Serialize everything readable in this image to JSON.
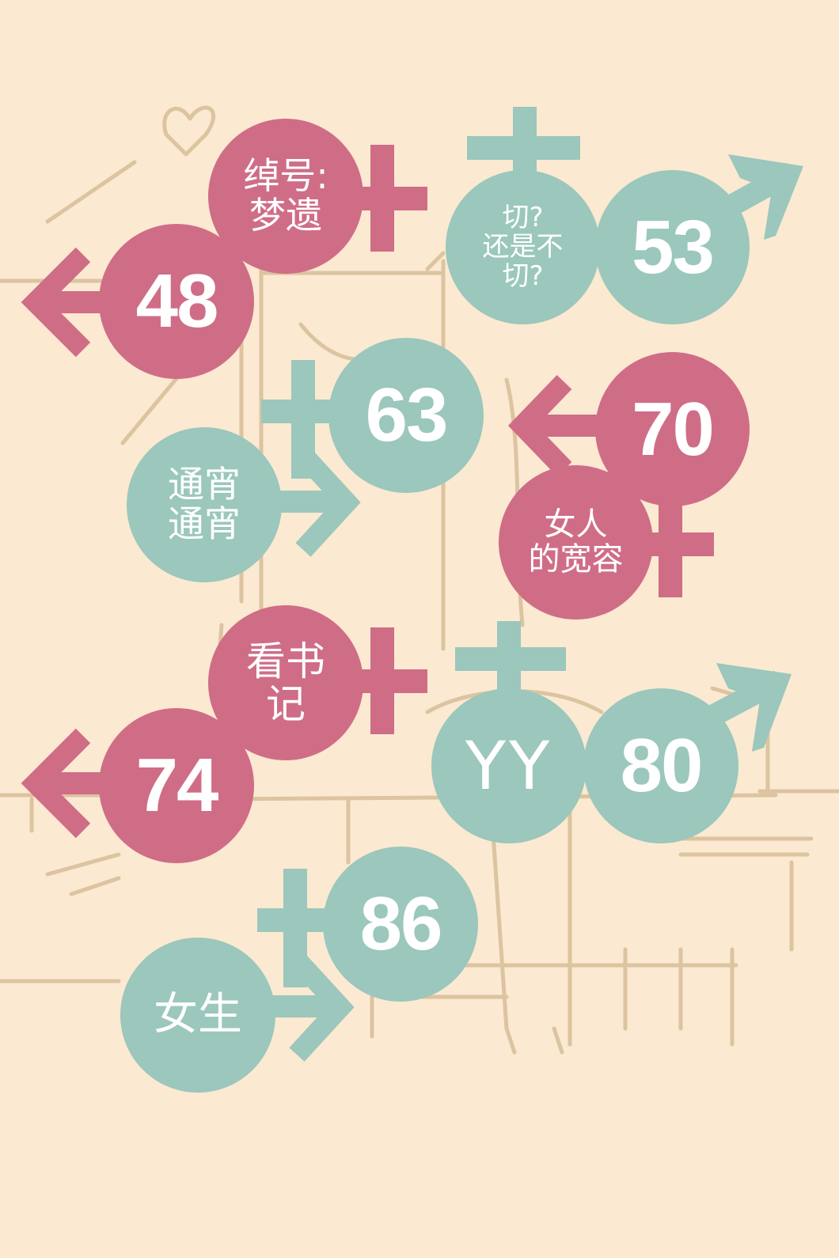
{
  "colors": {
    "background": "#fbe9d1",
    "sketch": "#dcc4a0",
    "female": "#cf6d87",
    "male": "#9bc7bc",
    "text": "#ffffff"
  },
  "groups": [
    {
      "gender": "female",
      "number": "48",
      "label": "绰号:\n梦遗",
      "shape": "left-arrow-cross"
    },
    {
      "gender": "male",
      "number": "53",
      "label": "切?\n还是不\n切?",
      "shape": "male-symbol-cross"
    },
    {
      "gender": "male",
      "number": "63",
      "label": "通宵\n通宵",
      "shape": "cross-right-arrow"
    },
    {
      "gender": "female",
      "number": "70",
      "label": "女人\n的宽容",
      "shape": "left-arrow-cross"
    },
    {
      "gender": "female",
      "number": "74",
      "label": "看书\n记",
      "shape": "left-arrow-cross"
    },
    {
      "gender": "male",
      "number": "80",
      "label": "YY",
      "shape": "male-symbol-cross"
    },
    {
      "gender": "male",
      "number": "86",
      "label": "女生",
      "shape": "cross-right-arrow"
    }
  ]
}
